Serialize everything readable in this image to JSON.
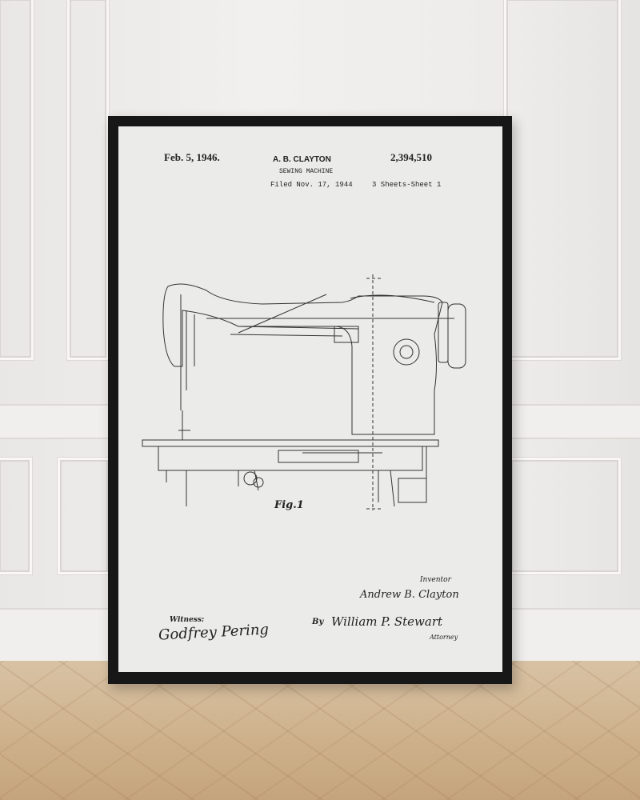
{
  "poster": {
    "date": "Feb. 5, 1946.",
    "inventor_header": "A. B. CLAYTON",
    "title": "SEWING MACHINE",
    "filed": "Filed Nov. 17, 1944",
    "patent_number": "2,394,510",
    "sheets": "3 Sheets-Sheet 1",
    "figure_label": "Fig.1",
    "inventor_label": "Inventor",
    "inventor_signature": "Andrew B. Clayton",
    "witness_label": "Witness:",
    "witness_signature": "Godfrey Pering",
    "by_label": "By",
    "attorney_signature": "William P. Stewart",
    "attorney_label": "Attorney"
  },
  "colors": {
    "frame": "#171717",
    "paper": "#ebebea",
    "wall": "#edebe9",
    "floor": "#d0b48f"
  }
}
